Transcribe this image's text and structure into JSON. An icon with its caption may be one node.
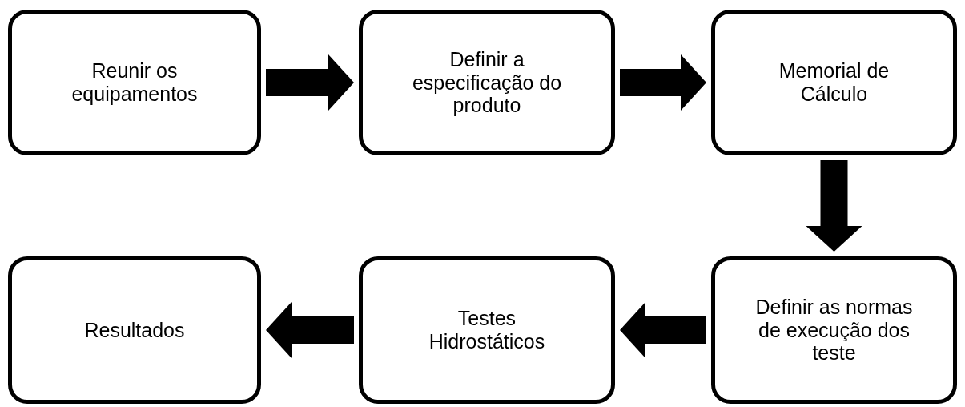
{
  "diagram": {
    "nodes": [
      {
        "text": [
          "Reunir os equipamentos"
        ]
      },
      {
        "text": [
          "Definir a especificação do produto"
        ]
      },
      {
        "text": [
          "Memorial de Cálculo"
        ]
      },
      {
        "text": [
          "Definir as normas de execução dos teste"
        ]
      },
      {
        "text": [
          "Testes Hidrostáticos"
        ]
      },
      {
        "text": [
          "Resultados"
        ]
      }
    ],
    "edges": [
      {
        "from": 0,
        "to": 1,
        "arrow": "to"
      },
      {
        "from": 1,
        "to": 2,
        "arrow": "to"
      },
      {
        "from": 2,
        "to": 3,
        "arrow": "to"
      },
      {
        "from": 3,
        "to": 4,
        "arrow": "to"
      },
      {
        "from": 4,
        "to": 5,
        "arrow": "to"
      }
    ]
  }
}
